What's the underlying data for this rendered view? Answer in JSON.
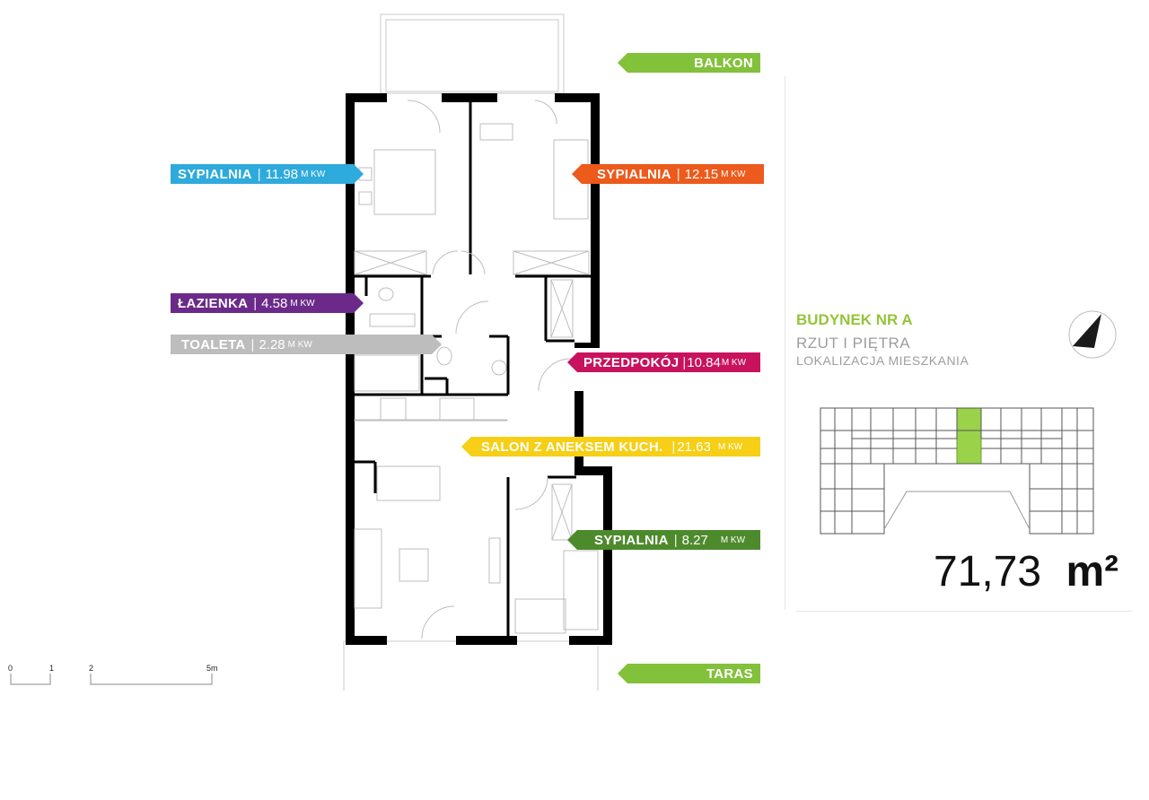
{
  "rooms": {
    "sypialnia_1": {
      "name": "SYPIALNIA",
      "area": "11.98",
      "unit": "M KW",
      "color": "#2eaadc"
    },
    "sypialnia_2": {
      "name": "SYPIALNIA",
      "area": "12.15",
      "unit": "M KW",
      "color": "#ec5a1c"
    },
    "lazienka": {
      "name": "ŁAZIENKA",
      "area": "4.58",
      "unit": "M KW",
      "color": "#6b2a8a"
    },
    "toaleta": {
      "name": "TOALETA",
      "area": "2.28",
      "unit": "M KW",
      "color": "#bdbdbd"
    },
    "przedpokoj": {
      "name": "PRZEDPOKÓJ",
      "area": "10.84",
      "unit": "M KW",
      "color": "#c8125d"
    },
    "salon": {
      "name": "SALON Z ANEKSEM KUCH.",
      "area": "21.63",
      "unit": "M KW",
      "color": "#f6cf16"
    },
    "sypialnia_3": {
      "name": "SYPIALNIA",
      "area": "8.27",
      "unit": "M KW",
      "color": "#4d8a2c"
    }
  },
  "outdoor": {
    "balkon": "BALKON",
    "taras": "TARAS",
    "color": "#82c13a"
  },
  "info": {
    "building": "BUDYNEK NR A",
    "floor": "RZUT I PIĘTRA",
    "location": "LOKALIZACJA MIESZKANIA",
    "area_value": "71,73",
    "area_unit": "m²"
  },
  "scale": {
    "ticks": [
      "0",
      "1",
      "2",
      "5m"
    ]
  },
  "icons": {
    "compass": "north-arrow-icon"
  },
  "separator": "|"
}
